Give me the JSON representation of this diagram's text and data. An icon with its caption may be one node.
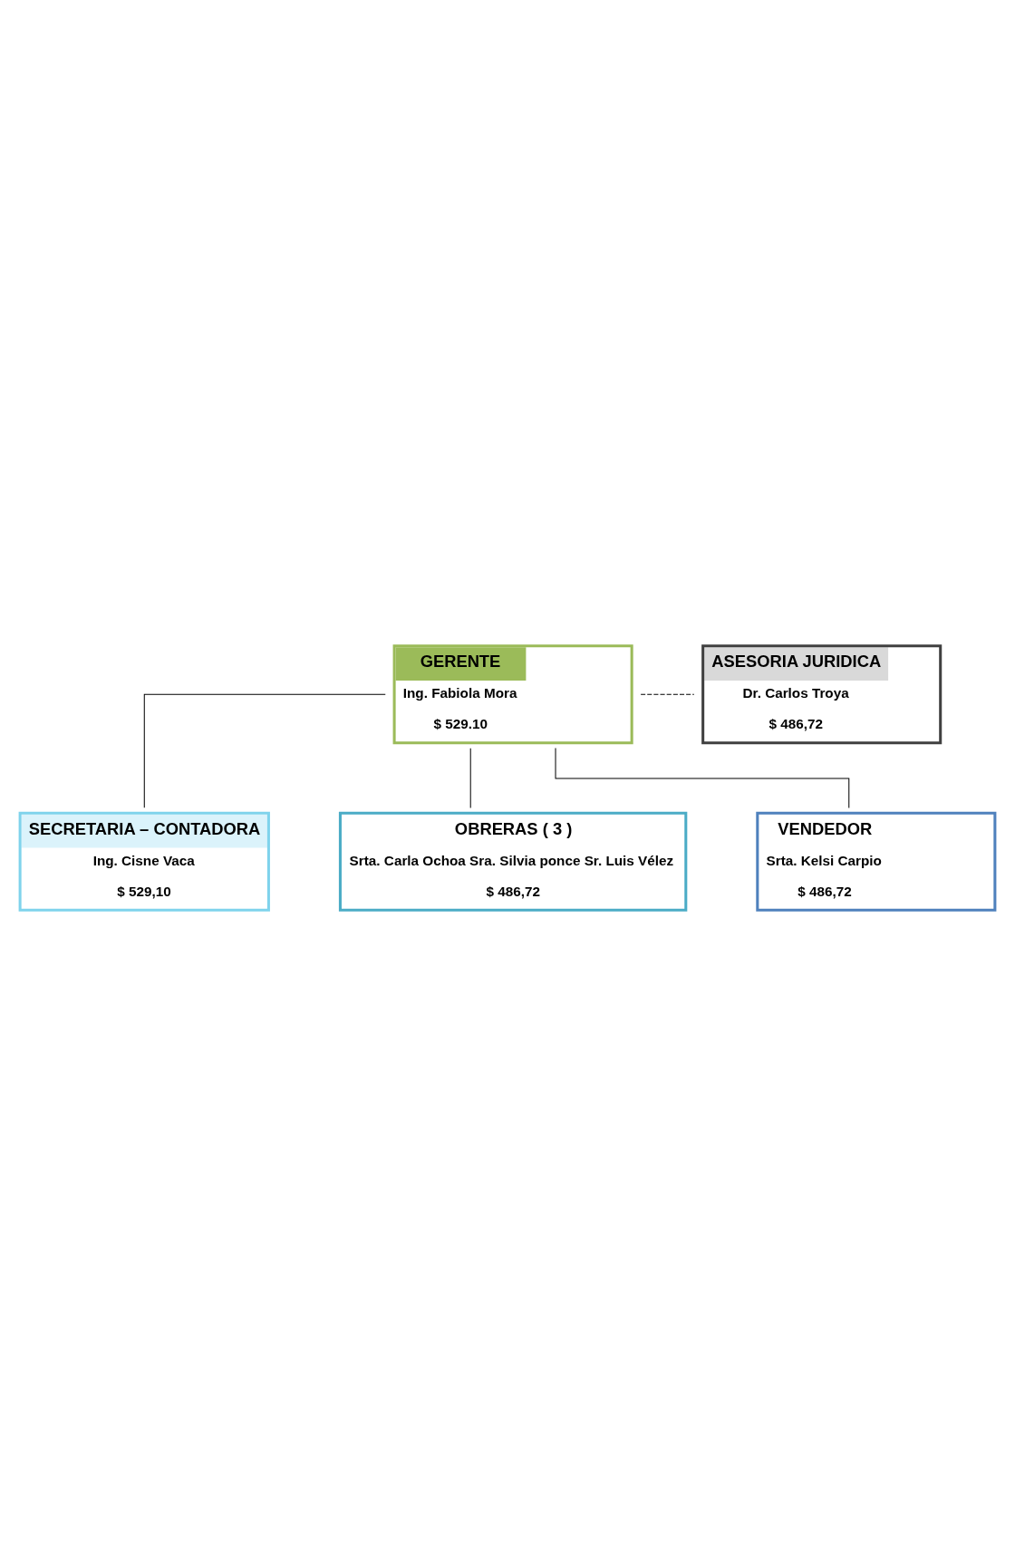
{
  "diagram": {
    "nodes": [
      {
        "text": [
          "GERENTE",
          "Ing. Fabiola Mora",
          "$ 529.10"
        ]
      },
      {
        "text": [
          "ASESORIA JURIDICA",
          "Dr. Carlos Troya",
          "$ 486,72"
        ]
      },
      {
        "text": [
          "SECRETARIA – CONTADORA",
          "Ing. Cisne Vaca",
          "$ 529,10"
        ]
      },
      {
        "text": [
          "OBRERAS ( 3 )",
          "Srta. Carla Ochoa Sra. Silvia ponce Sr. Luis Vélez",
          "$ 486,72"
        ]
      },
      {
        "text": [
          "VENDEDOR",
          "Srta. Kelsi Carpio",
          "$ 486,72"
        ]
      }
    ],
    "edges": [
      {
        "from": 0,
        "to": 1,
        "arrow": "none",
        "style": "dashed"
      },
      {
        "from": 0,
        "to": 2,
        "arrow": "none"
      },
      {
        "from": 0,
        "to": 3,
        "arrow": "none"
      },
      {
        "from": 0,
        "to": 4,
        "arrow": "none"
      }
    ]
  }
}
